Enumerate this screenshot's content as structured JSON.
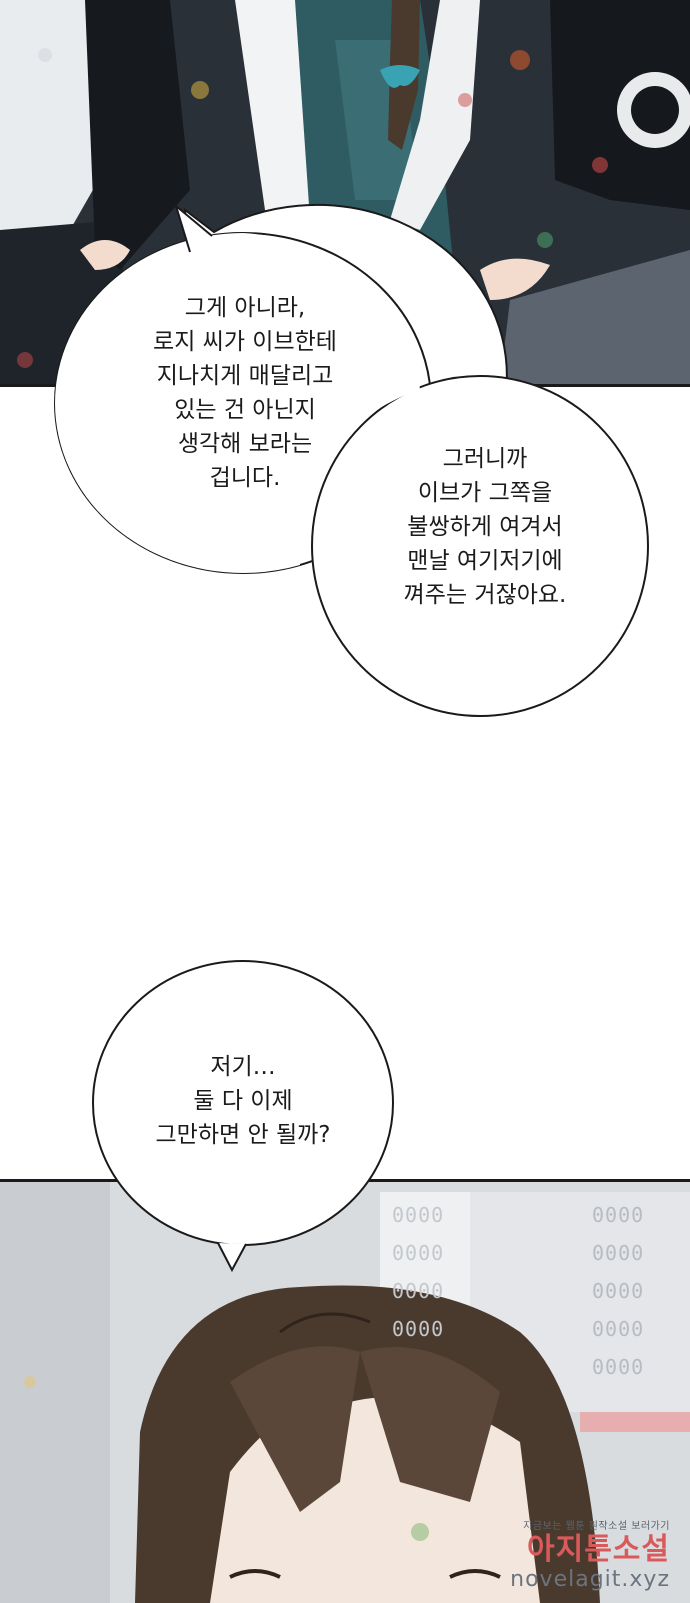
{
  "bubbles": {
    "first": {
      "lines": [
        "그게 아니라,",
        "로지 씨가 이브한테",
        "지나치게 매달리고",
        "있는 건 아닌지",
        "생각해 보라는",
        "겁니다."
      ]
    },
    "second": {
      "lines": [
        "그러니까",
        "이브가 그쪽을",
        "불쌍하게 여겨서",
        "맨날 여기저기에",
        "껴주는 거잖아요."
      ]
    },
    "third": {
      "lines": [
        "저기…",
        "둘 다 이제",
        "그만하면 안 될까?"
      ]
    }
  },
  "background_board": {
    "rows": [
      "0000",
      "0000",
      "0000",
      "0000",
      "0000"
    ],
    "rows_left": [
      "0000",
      "0000",
      "0000",
      "0000"
    ]
  },
  "watermark": {
    "tagline": "지금보는 웹툰 원작소설 보러가기",
    "brand": "아지툰소설",
    "domain": "novelagit.xyz"
  },
  "colors": {
    "panel_dark": "#2a3038",
    "dress_teal": "#2f5b62",
    "hair_brown": "#4a3a2e",
    "brand_red": "#d95a5a"
  }
}
